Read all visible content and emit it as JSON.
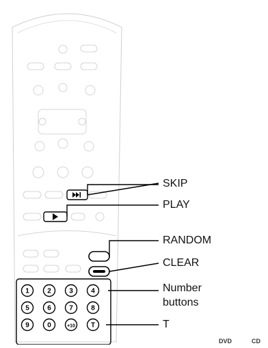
{
  "callouts": {
    "skip": "SKIP",
    "play": "PLAY",
    "random": "RANDOM",
    "clear": "CLEAR",
    "number_line1": "Number",
    "number_line2": "buttons",
    "t": "T"
  },
  "number_keys": [
    "1",
    "2",
    "3",
    "4",
    "5",
    "6",
    "7",
    "8",
    "9",
    "0",
    "+10"
  ],
  "t_key": "T",
  "footer": {
    "dvd": "DVD",
    "cd": "CD"
  },
  "icons": {
    "skip_button": "skip-forward-icon",
    "play_button": "play-icon",
    "random_button": "random-button",
    "clear_button": "clear-button"
  }
}
